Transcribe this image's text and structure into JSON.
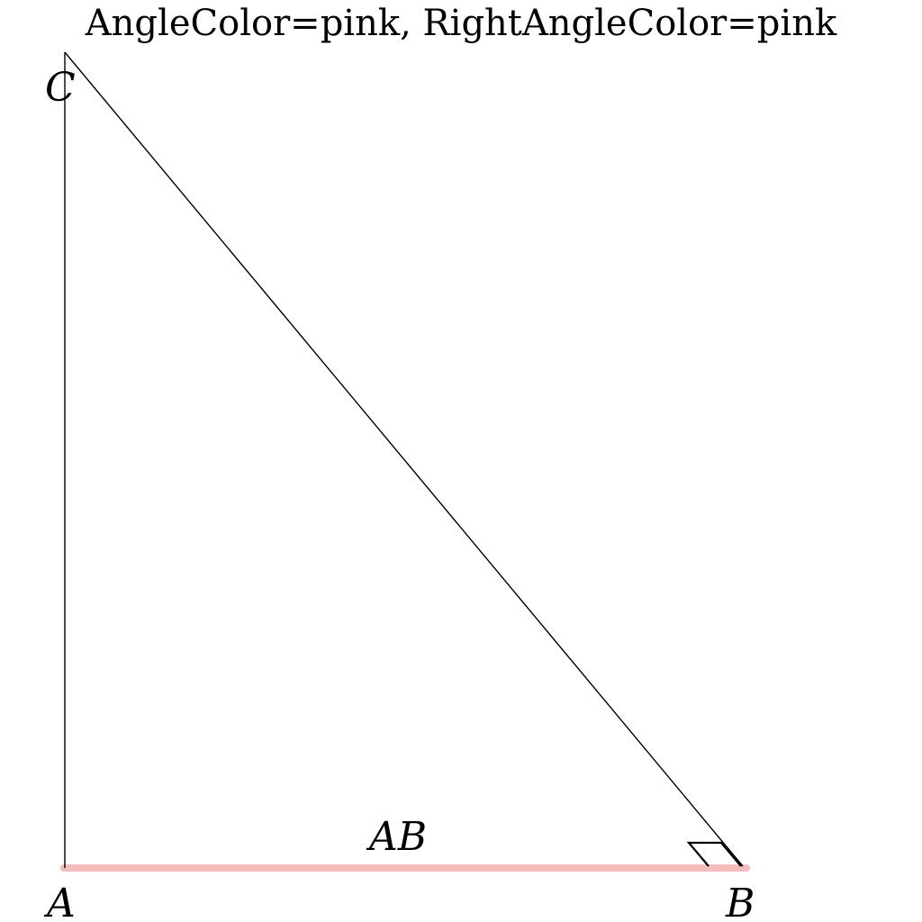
{
  "title": "AngleColor=pink, RightAngleColor=pink",
  "points": {
    "A": "A",
    "B": "B",
    "C": "C"
  },
  "segment_label": "AB",
  "colors": {
    "highlight_segment": "#f7bcbc",
    "stroke": "#000000"
  }
}
